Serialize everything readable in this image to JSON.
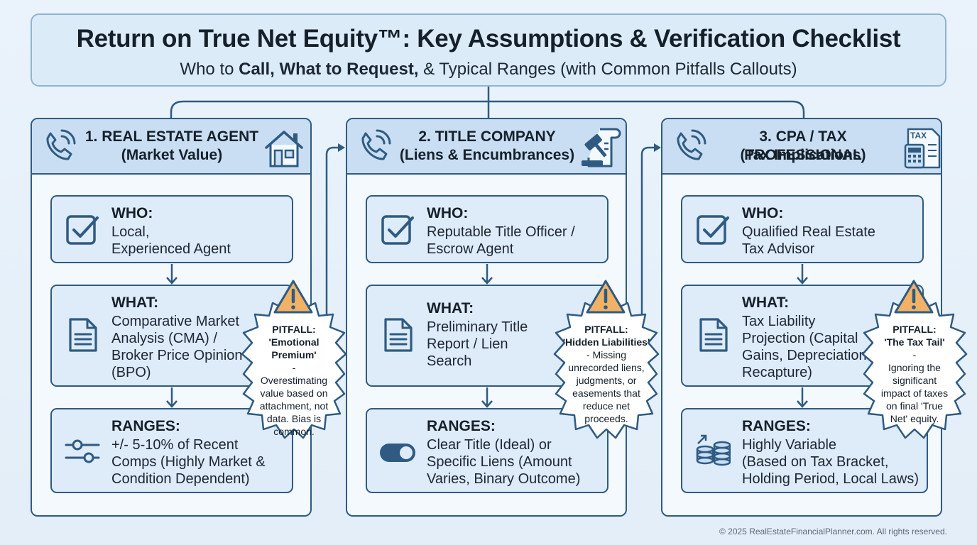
{
  "header": {
    "title": "Return on True Net Equity™: Key Assumptions & Verification Checklist",
    "subtitle_parts": [
      "Who to ",
      "Call, What to Request,",
      " & Typical Ranges (with Common Pitfalls Callouts)"
    ]
  },
  "columns": [
    {
      "title": "1. REAL ESTATE AGENT",
      "subtitle": "(Market Value)",
      "icon": "house-icon",
      "who": {
        "label": "WHO:",
        "lines": [
          "Local,",
          "Experienced Agent"
        ]
      },
      "what": {
        "label": "WHAT:",
        "lines": [
          "Comparative Market",
          "Analysis (CMA) /",
          "Broker Price Opinion",
          "(BPO)"
        ]
      },
      "ranges": {
        "label": "RANGES:",
        "lines": [
          "+/- 5-10% of Recent",
          "Comps (Highly Market &",
          "Condition Dependent)"
        ]
      },
      "pitfall": {
        "head": "PITFALL:",
        "name": "'Emotional Premium'",
        "lines": [
          "-",
          "Overestimating",
          "value based on",
          "attachment, not",
          "data. Bias is",
          "common."
        ]
      }
    },
    {
      "title": "2. TITLE COMPANY",
      "subtitle": "(Liens & Encumbrances)",
      "icon": "gavel-document-icon",
      "who": {
        "label": "WHO:",
        "lines": [
          "Reputable Title Officer /",
          "Escrow Agent"
        ]
      },
      "what": {
        "label": "WHAT:",
        "lines": [
          "Preliminary Title",
          "Report / Lien",
          "Search"
        ]
      },
      "ranges": {
        "label": "RANGES:",
        "lines": [
          "Clear Title (Ideal) or",
          "Specific Liens (Amount",
          "Varies, Binary Outcome)"
        ]
      },
      "pitfall": {
        "head": "PITFALL:",
        "name": "'Hidden Liabilities'",
        "lines": [
          "- Missing",
          "unrecorded liens,",
          "judgments, or",
          "easements that",
          "reduce net",
          "proceeds."
        ]
      }
    },
    {
      "title": "3. CPA / TAX PROFESSIONAL",
      "subtitle": "(Tax Implications)",
      "icon": "tax-calculator-icon",
      "icon_label": "TAX",
      "who": {
        "label": "WHO:",
        "lines": [
          "Qualified Real Estate",
          "Tax Advisor"
        ]
      },
      "what": {
        "label": "WHAT:",
        "lines": [
          "Tax Liability",
          "Projection (Capital",
          "Gains, Depreciation",
          "Recapture)"
        ]
      },
      "ranges": {
        "label": "RANGES:",
        "lines": [
          "Highly Variable",
          "(Based on Tax Bracket,",
          "Holding Period, Local Laws)"
        ]
      },
      "pitfall": {
        "head": "PITFALL:",
        "name": "'The Tax Tail'",
        "lines": [
          "-",
          "Ignoring the",
          "significant",
          "impact of taxes",
          "on final 'True",
          "Net' equity."
        ]
      }
    }
  ],
  "footer": "© 2025 RealEstateFinancialPlanner.com. All rights reserved.",
  "colors": {
    "border": "#2f5b82",
    "header_fill": "#c9def2",
    "box_fill": "#deebf8",
    "warning": "#f2b266"
  }
}
